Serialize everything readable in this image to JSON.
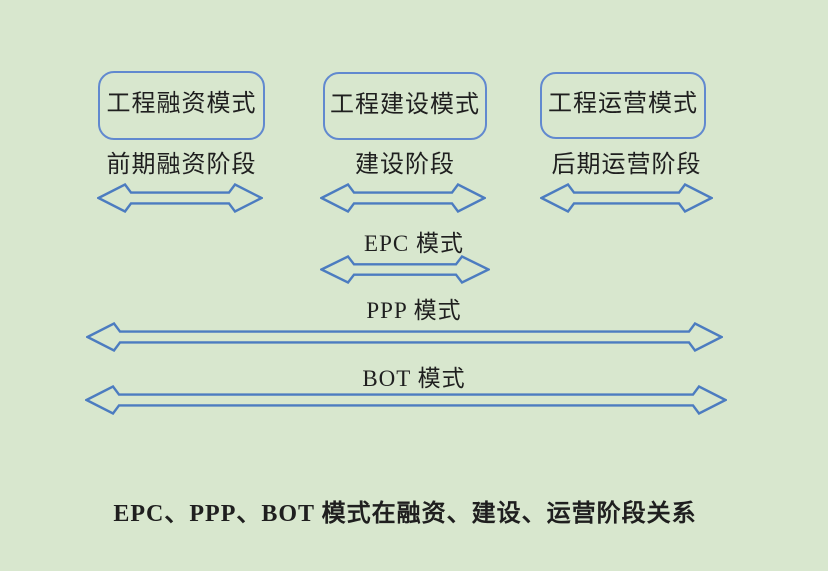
{
  "colors": {
    "background": "#d8e7ce",
    "box_border": "#6189cf",
    "arrow_stroke": "#4c7cc0",
    "arrow_fill": "#d8e7ce",
    "text": "#1f1f1f"
  },
  "boxes": [
    {
      "label": "工程融资模式"
    },
    {
      "label": "工程建设模式"
    },
    {
      "label": "工程运营模式"
    }
  ],
  "stages": [
    {
      "label": "前期融资阶段"
    },
    {
      "label": "建设阶段"
    },
    {
      "label": "后期运营阶段"
    }
  ],
  "modes": [
    {
      "label": "EPC 模式"
    },
    {
      "label": "PPP 模式"
    },
    {
      "label": "BOT 模式"
    }
  ],
  "caption": "EPC、PPP、BOT 模式在融资、建设、运营阶段关系"
}
